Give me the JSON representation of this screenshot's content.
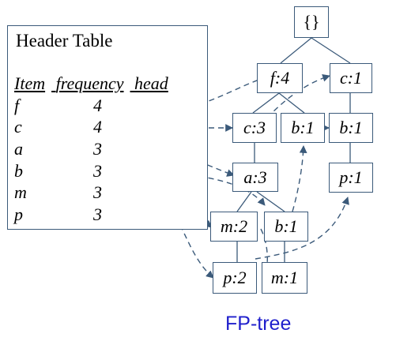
{
  "header_table": {
    "title": "Header Table",
    "columns": [
      "Item",
      "frequency",
      "head"
    ],
    "rows": [
      {
        "item": "f",
        "frequency": "4"
      },
      {
        "item": "c",
        "frequency": "4"
      },
      {
        "item": "a",
        "frequency": "3"
      },
      {
        "item": "b",
        "frequency": "3"
      },
      {
        "item": "m",
        "frequency": "3"
      },
      {
        "item": "p",
        "frequency": "3"
      }
    ]
  },
  "tree": {
    "root": "{}",
    "nodes": {
      "f4": "f:4",
      "c1_top": "c:1",
      "c3": "c:3",
      "b1_mid": "b:1",
      "b1_right": "b:1",
      "a3": "a:3",
      "p1_right": "p:1",
      "m2": "m:2",
      "b1_low": "b:1",
      "p2": "p:2",
      "m1": "m:1"
    },
    "caption": "FP-tree"
  },
  "colors": {
    "line": "#3b5a7a",
    "caption": "#1f1fcc"
  }
}
